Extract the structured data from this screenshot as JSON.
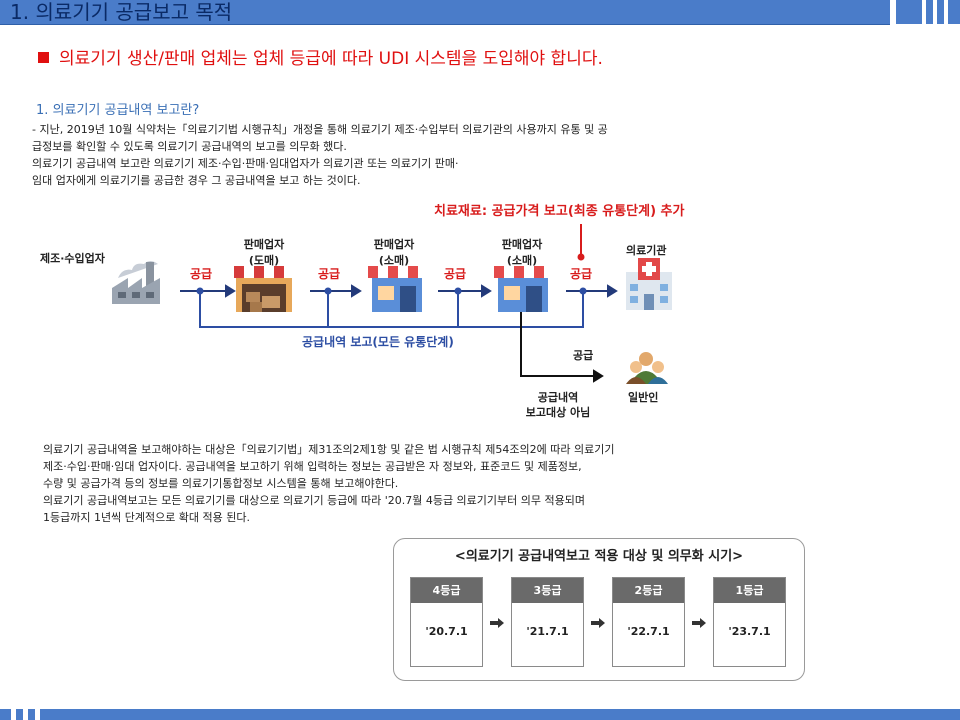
{
  "header": {
    "title": "1. 의료기기 공급보고 목적"
  },
  "headline": "의료기기 생산/판매 업체는 업체 등급에 따라 UDI 시스템을 도입해야 합니다.",
  "section": {
    "heading": "1. 의료기기 공급내역 보고란?",
    "intro": [
      "- 지난, 2019년 10월 식약처는「의료기기법 시행규칙」개정을 통해 의료기기 제조·수입부터 의료기관의 사용까지 유통 및 공",
      "   급정보를 확인할 수 있도록 의료기기 공급내역의 보고를 의무화 했다.",
      "   의료기기 공급내역 보고란 의료기기 제조·수입·판매·임대업자가 의료기관 또는 의료기기 판매·",
      "   임대 업자에게 의료기기를 공급한 경우 그 공급내역을 보고 하는 것이다."
    ],
    "body": [
      "의료기기 공급내역을 보고해야하는 대상은「의료기기법」제31조의2제1항  및 같은 법 시행규칙 제54조의2에 따라 의료기기",
      "제조·수입·판매·임대 업자이다. 공급내역을 보고하기 위해 입력하는 정보는 공급받은 자 정보와, 표준코드 및 제품정보,",
      "수량 및 공급가격 등의 정보를 의료기기통합정보  시스템을 통해 보고해야한다.",
      "의료기기 공급내역보고는 모든 의료기기를 대상으로 의료기기 등급에 따라 '20.7월 4등급 의료기기부터  의무 적용되며",
      "1등급까지 1년씩 단계적으로 확대 적용 된다."
    ]
  },
  "diagram": {
    "manufacturer": "제조·수입업자",
    "wholesaler": [
      "판매업자",
      "(도매)"
    ],
    "retailer1": [
      "판매업자",
      "(소매)"
    ],
    "retailer2": [
      "판매업자",
      "(소매)"
    ],
    "hospital": "의료기관",
    "supply": "공급",
    "treatment_note": "치료재료: 공급가격 보고(최종 유통단계) 추가",
    "report_note": "공급내역 보고(모든 유통단계)",
    "public_supply": "공급",
    "not_reported": [
      "공급내역",
      "보고대상 아님"
    ],
    "public": "일반인",
    "colors": {
      "red": "#d81c1c",
      "blue": "#2d4ea3",
      "navy": "#233a7a"
    }
  },
  "schedule": {
    "title": "<의료기기 공급내역보고 적용 대상 및 의무화 시기>",
    "grades": [
      {
        "grade": "4등급",
        "date": "'20.7.1"
      },
      {
        "grade": "3등급",
        "date": "'21.7.1"
      },
      {
        "grade": "2등급",
        "date": "'22.7.1"
      },
      {
        "grade": "1등급",
        "date": "'23.7.1"
      }
    ]
  }
}
